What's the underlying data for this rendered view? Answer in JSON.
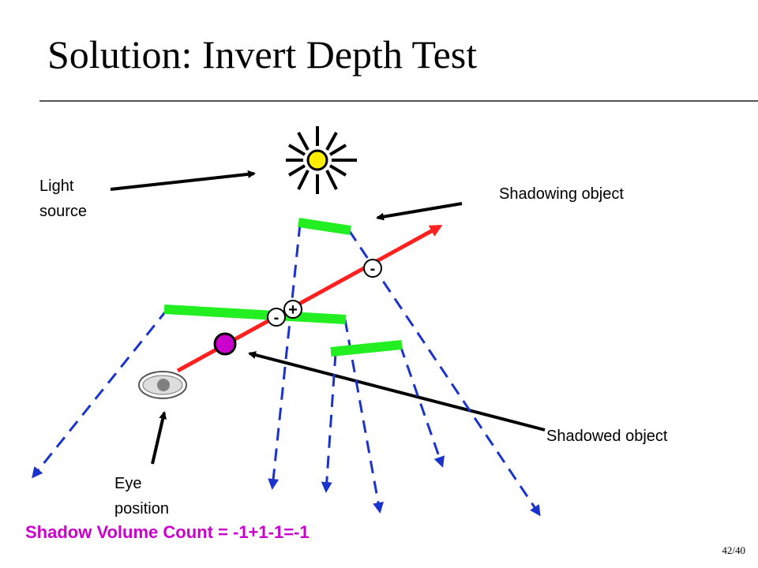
{
  "slide": {
    "title": "Solution: Invert Depth Test",
    "page_number": "42/40"
  },
  "labels": {
    "light_source": "Light\nsource",
    "shadowing_object": "Shadowing object",
    "shadowed_object": "Shadowed object",
    "eye_position": "Eye\nposition"
  },
  "counters": {
    "minus_far": "-",
    "plus": "+",
    "minus_near": "-"
  },
  "summary": {
    "count_text": "Shadow Volume Count = -1+1-1=-1"
  },
  "colors": {
    "ray": "#ff2020",
    "occluder": "#22ee22",
    "shadow_edge": "#1a33cc",
    "sun": "#ffee00",
    "shadowed_point": "#cc00cc",
    "count_text": "#cc00cc"
  }
}
